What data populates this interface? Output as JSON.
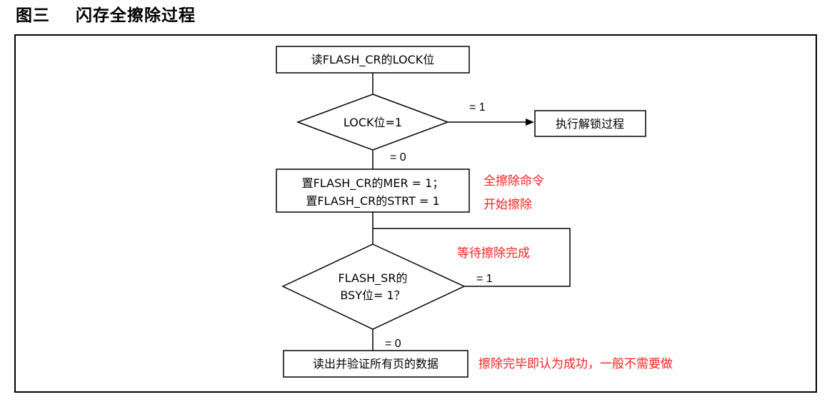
{
  "title": "图三    闪存全擦除过程",
  "steps": {
    "read_lock": "读FLASH_CR的LOCK位",
    "lock_check": "LOCK位=1",
    "unlock": "执行解锁过程",
    "set_mer": "置FLASH_CR的MER = 1；",
    "set_strt": "置FLASH_CR的STRT = 1",
    "bsy_line1": "FLASH_SR的",
    "bsy_line2": "BSY位= 1？",
    "verify": "读出并验证所有页的数据"
  },
  "labels": {
    "lock_eq1": "= 1",
    "lock_eq0": "= 0",
    "bsy_eq1": "= 1",
    "bsy_eq0": "= 0"
  },
  "notes": {
    "mass_erase_cmd": "全擦除命令",
    "start_erase": "开始擦除",
    "wait_erase": "等待擦除完成",
    "erase_done": "擦除完毕即认为成功，一般不需要做"
  },
  "colors": {
    "note": "#ff2020",
    "line": "#000000"
  }
}
